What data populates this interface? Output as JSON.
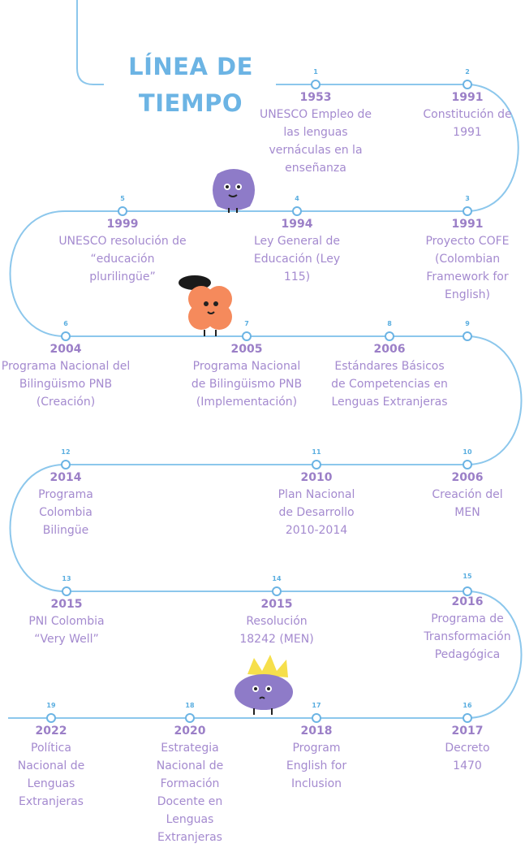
{
  "title": {
    "line1": "LÍNEA DE",
    "line2": "TIEMPO"
  },
  "colors": {
    "accent": "#6CB4E4",
    "text": "#A48ACF",
    "year": "#9B7FC7"
  },
  "events": [
    {
      "num": "1",
      "year": "1953",
      "label": "UNESCO Empleo de las lenguas vernáculas en la enseñanza"
    },
    {
      "num": "2",
      "year": "1991",
      "label": "Constitución de 1991"
    },
    {
      "num": "3",
      "year": "1991",
      "label": "Proyecto COFE (Colombian Framework for English)"
    },
    {
      "num": "4",
      "year": "1994",
      "label": "Ley General de Educación (Ley 115)"
    },
    {
      "num": "5",
      "year": "1999",
      "label": "UNESCO resolución de “educación plurilingüe”"
    },
    {
      "num": "6",
      "year": "2004",
      "label": "Programa Nacional del Bilingüismo PNB (Creación)"
    },
    {
      "num": "7",
      "year": "2005",
      "label": "Programa Nacional de Bilingüismo PNB (Implementación)"
    },
    {
      "num": "8",
      "year": "2006",
      "label": "Estándares Básicos de Competencias en Lenguas Extranjeras"
    },
    {
      "num": "9",
      "year": "",
      "label": ""
    },
    {
      "num": "10",
      "year": "2006",
      "label": "Creación del MEN"
    },
    {
      "num": "11",
      "year": "2010",
      "label": "Plan Nacional de Desarrollo 2010-2014"
    },
    {
      "num": "12",
      "year": "2014",
      "label": "Programa Colombia Bilingüe"
    },
    {
      "num": "13",
      "year": "2015",
      "label": "PNI Colombia “Very Well”"
    },
    {
      "num": "14",
      "year": "2015",
      "label": "Resolución 18242 (MEN)"
    },
    {
      "num": "15",
      "year": "2016",
      "label": "Programa de Transformación Pedagógica"
    },
    {
      "num": "16",
      "year": "2017",
      "label": "Decreto 1470"
    },
    {
      "num": "17",
      "year": "2018",
      "label": "Program English for Inclusion"
    },
    {
      "num": "18",
      "year": "2020",
      "label": "Estrategia Nacional de Formación Docente en Lenguas Extranjeras"
    },
    {
      "num": "19",
      "year": "2022",
      "label": "Política Nacional de Lenguas Extranjeras"
    }
  ]
}
